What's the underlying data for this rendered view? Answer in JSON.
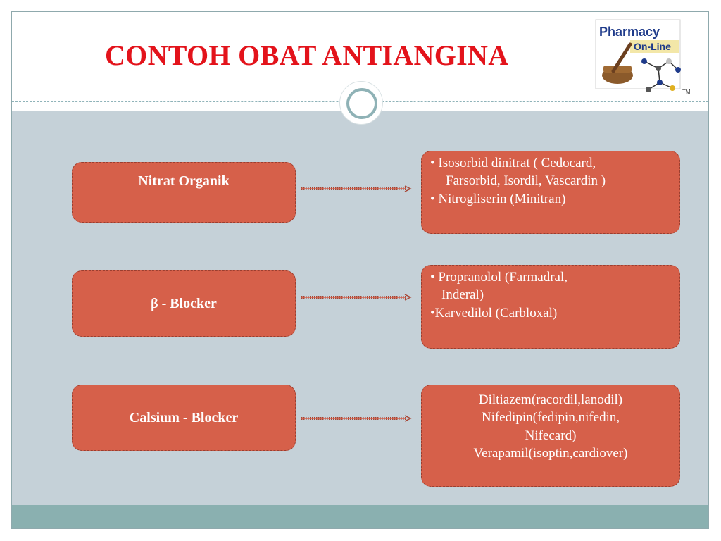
{
  "slide": {
    "title": "CONTOH OBAT ANTIANGINA",
    "logo": {
      "line1": "Pharmacy",
      "line2": "On-Line",
      "mark": "TM"
    }
  },
  "rows": [
    {
      "category": "Nitrat Organik",
      "drugs": [
        {
          "bullet": "•",
          "text": " Isosorbid dinitrat ( Cedocard,"
        },
        {
          "bullet": "",
          "text": "Farsorbid, Isordil, Vascardin )"
        },
        {
          "bullet": "•",
          "text": " Nitrogliserin (Minitran)"
        }
      ]
    },
    {
      "category": "β - Blocker",
      "drugs": [
        {
          "bullet": "•",
          "text": "  Propranolol (Farmadral,"
        },
        {
          "bullet": "",
          "text": "Inderal)"
        },
        {
          "bullet": "•",
          "text": "Karvedilol (Carbloxal)"
        }
      ]
    },
    {
      "category": "Calsium - Blocker",
      "drugs": [
        {
          "bullet": "",
          "text": "Diltiazem(racordil,lanodil)"
        },
        {
          "bullet": "",
          "text": "Nifedipin(fedipin,nifedin,"
        },
        {
          "bullet": "",
          "text": "Nifecard)"
        },
        {
          "bullet": "",
          "text": "Verapamil(isoptin,cardiover)"
        }
      ]
    }
  ]
}
